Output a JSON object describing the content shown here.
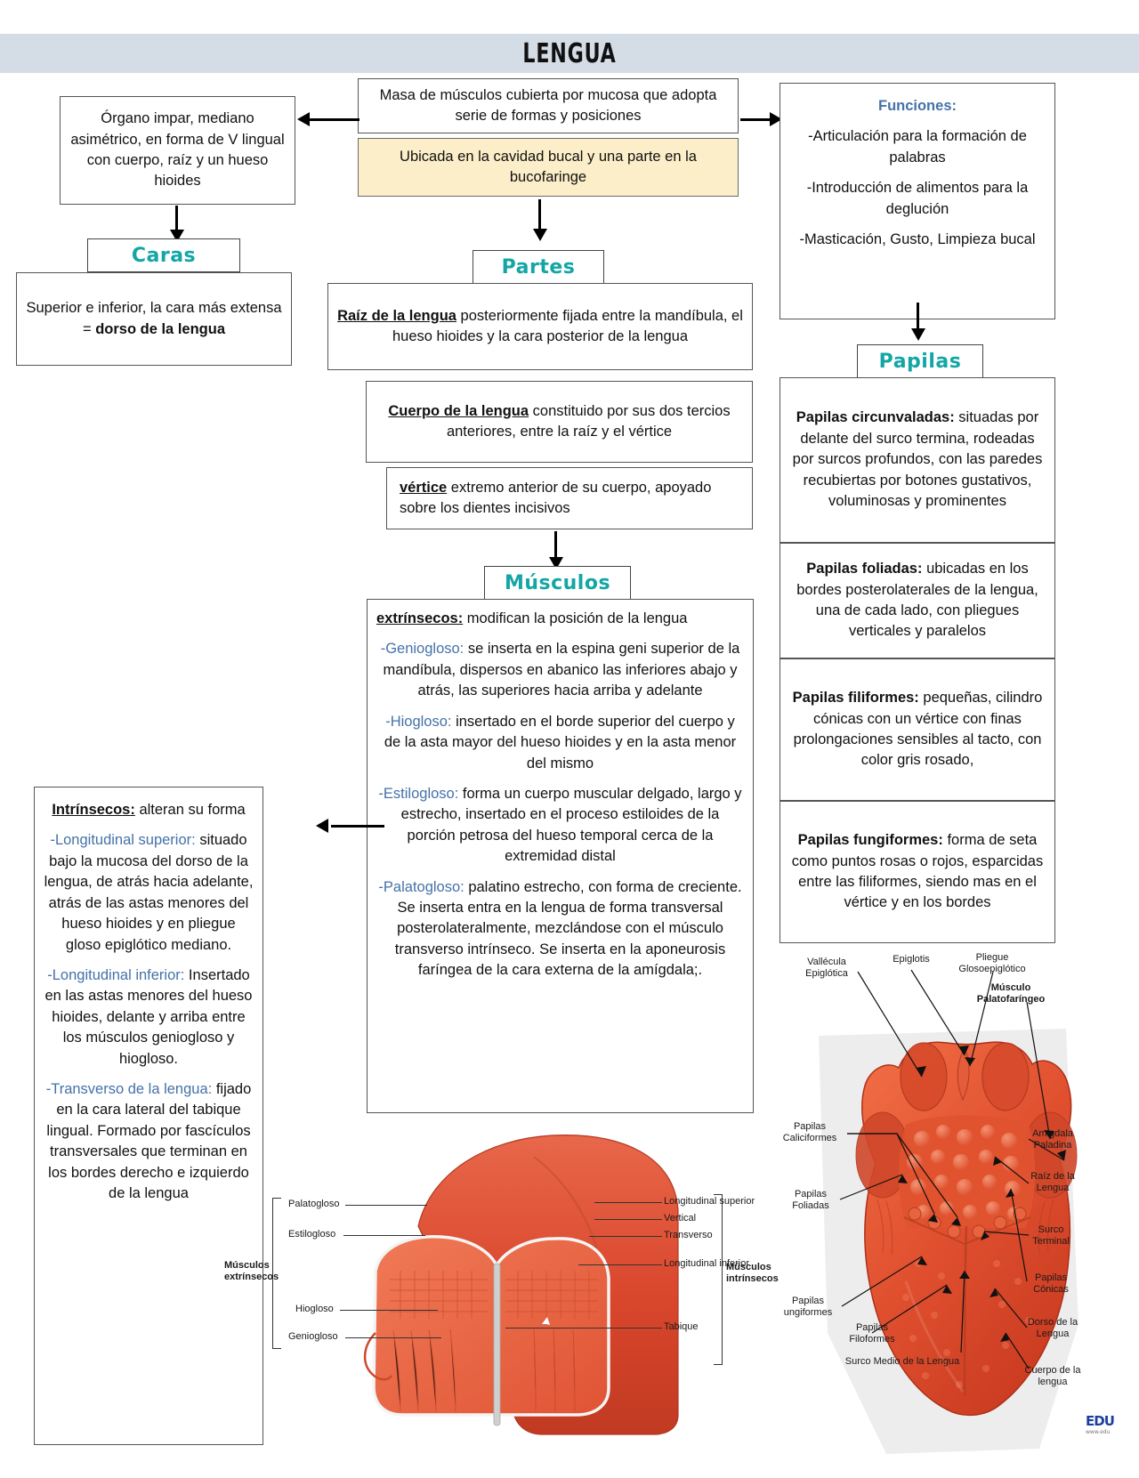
{
  "header": {
    "title": "LENGUA"
  },
  "nodes": {
    "definition": {
      "text": "Masa de músculos cubierta por mucosa que adopta serie de formas y posiciones"
    },
    "location": {
      "text": "Ubicada en la cavidad bucal y una parte en la bucofaringe"
    },
    "organ": {
      "text": "Órgano impar, mediano asimétrico, en forma de V lingual con cuerpo, raíz y un hueso hioides"
    },
    "caras_header": "Caras",
    "caras_body": {
      "p1_a": "Superior e inferior, la cara más extensa = ",
      "p1_b": "dorso de la lengua"
    },
    "funciones": {
      "title": "Funciones:",
      "items": [
        "-Articulación para la formación de palabras",
        "-Introducción de alimentos para la deglución",
        "-Masticación, Gusto, Limpieza bucal"
      ]
    },
    "partes_header": "Partes",
    "partes": [
      {
        "term": "Raíz de la lengua",
        "rest": " posteriormente fijada entre la mandíbula, el hueso hioides y la cara posterior de la lengua"
      },
      {
        "term": "Cuerpo de la lengua",
        "rest": " constituido por sus dos tercios anteriores, entre la raíz y el vértice"
      },
      {
        "term": "vértice",
        "rest": " extremo anterior de su cuerpo, apoyado sobre los dientes incisivos"
      }
    ],
    "papilas_header": "Papilas",
    "papilas": [
      {
        "term": "Papilas circunvaladas:",
        "rest": " situadas por delante del surco termina, rodeadas por surcos profundos, con las paredes recubiertas por botones gustativos, voluminosas y prominentes"
      },
      {
        "term": "Papilas foliadas:",
        "rest": " ubicadas en los bordes posterolaterales de la lengua, una de cada lado, con pliegues verticales y paralelos"
      },
      {
        "term": "Papilas filiformes:",
        "rest": " pequeñas, cilindro cónicas con un vértice con finas prolongaciones sensibles al tacto, con color gris rosado,"
      },
      {
        "term": "Papilas fungiformes:",
        "rest": " forma de seta como puntos rosas o rojos, esparcidas entre las filiformes, siendo mas en el vértice y en los bordes"
      }
    ],
    "musculos_header": "Músculos",
    "musculos_extrinsecos": {
      "term": "extrínsecos:",
      "rest": " modifican la posición de la lengua",
      "items": [
        {
          "name": "-Geniogloso:",
          "rest": " se inserta en la espina geni superior de la mandíbula, dispersos en abanico las inferiores abajo y atrás, las superiores hacia arriba y adelante"
        },
        {
          "name": "-Hiogloso:",
          "rest": "  insertado en el borde superior del cuerpo y de la asta mayor del hueso hioides y en la asta menor del mismo"
        },
        {
          "name": "-Estilogloso:",
          "rest": " forma un cuerpo muscular delgado, largo y estrecho, insertado en el proceso estiloides de la porción petrosa del hueso temporal cerca de la extremidad distal"
        },
        {
          "name": "-Palatogloso:",
          "rest": "  palatino estrecho, con forma de creciente. Se inserta entra en la lengua de forma transversal posterolateralmente, mezclándose con el músculo transverso intrínseco. Se inserta en la aponeurosis faríngea de la cara externa de la amígdala;."
        }
      ]
    },
    "intrinsecos": {
      "term": "Intrínsecos:",
      "rest": " alteran su forma",
      "items": [
        {
          "name": "-Longitudinal superior:",
          "rest": " situado bajo la mucosa del dorso de la lengua, de atrás hacia adelante, atrás de las astas menores del hueso hioides y en pliegue gloso epiglótico mediano."
        },
        {
          "name": "-Longitudinal inferior:",
          "rest": " Insertado en las astas menores del hueso hioides, delante y arriba entre los músculos geniogloso y hiogloso."
        },
        {
          "name": "-Transverso de la lengua:",
          "rest": " fijado en la cara lateral del tabique lingual. Formado por fascículos transversales que terminan en los bordes derecho e izquierdo de la lengua"
        }
      ]
    }
  },
  "figure_sagittal": {
    "labels_left": [
      "Palatogloso",
      "Estilogloso",
      "Hiogloso",
      "Geniogloso"
    ],
    "group_left": "Músculos extrínsecos",
    "labels_right": [
      "Longitudinal superior",
      "Vertical",
      "Transverso",
      "Longitudinal inferior",
      "Tabique"
    ],
    "group_right": "Músculos intrínsecos"
  },
  "figure_dorsum": {
    "labels": [
      "Vallécula Epiglótica",
      "Epiglotis",
      "Pliegue Glosoepiglótico",
      "Músculo Palatofaríngeo",
      "Amigdala Paladina",
      "Raíz de la Lengua",
      "Surco Terminal",
      "Papilas Cónicas",
      "Dorso de la Lengua",
      "Cuerpo de la lengua",
      "Papilas Caliciformes",
      "Papilas Foliadas",
      "Papilas ungiformes",
      "Papilas Filoformes",
      "Surco Medio de la Lengua"
    ],
    "watermark": "EDU",
    "watermark_sub": "www.edu"
  },
  "colors": {
    "banner": "#d4dce6",
    "accent_teal": "#14a6a6",
    "accent_blue": "#4472a8",
    "highlight_yellow": "#fbeec8",
    "tongue_red": "#e0502f"
  }
}
